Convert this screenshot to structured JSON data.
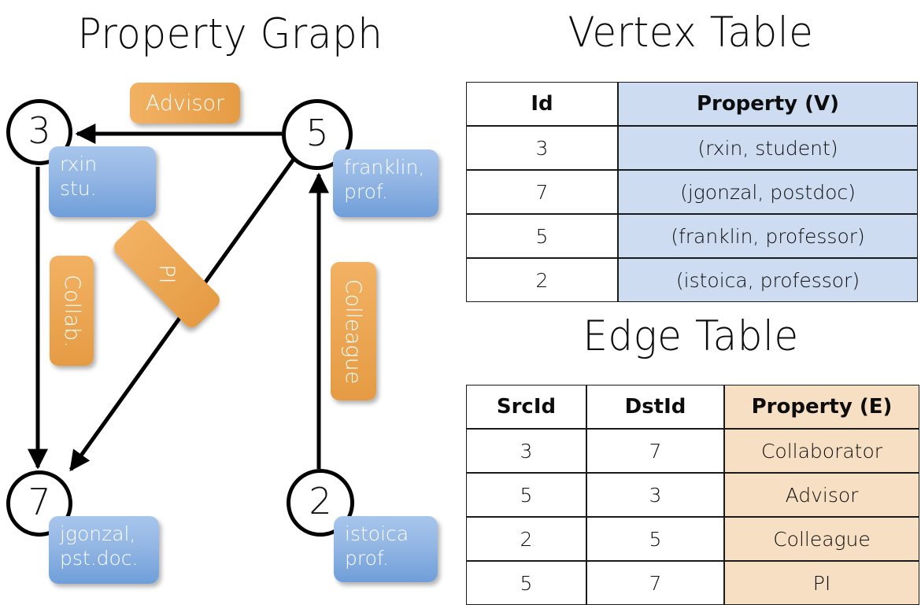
{
  "titles": {
    "property_graph": "Property Graph",
    "vertex_table": "Vertex Table",
    "edge_table": "Edge Table"
  },
  "graph": {
    "nodes": [
      {
        "id": "3",
        "property_lines": [
          "rxin",
          "stu."
        ]
      },
      {
        "id": "5",
        "property_lines": [
          "franklin,",
          "prof."
        ]
      },
      {
        "id": "7",
        "property_lines": [
          "jgonzal,",
          "pst.doc."
        ]
      },
      {
        "id": "2",
        "property_lines": [
          "istoica",
          "prof."
        ]
      }
    ],
    "edge_labels": [
      {
        "name": "advisor",
        "label": "Advisor",
        "orientation": "horizontal"
      },
      {
        "name": "collab",
        "label": "Collab.",
        "orientation": "vertical"
      },
      {
        "name": "pi",
        "label": "PI",
        "orientation": "diagonal"
      },
      {
        "name": "colleague",
        "label": "Colleague",
        "orientation": "vertical"
      }
    ]
  },
  "vertex_table": {
    "columns": [
      "Id",
      "Property (V)"
    ],
    "rows": [
      {
        "id": "3",
        "property": "(rxin, student)"
      },
      {
        "id": "7",
        "property": "(jgonzal, postdoc)"
      },
      {
        "id": "5",
        "property": "(franklin, professor)"
      },
      {
        "id": "2",
        "property": "(istoica, professor)"
      }
    ]
  },
  "edge_table": {
    "columns": [
      "SrcId",
      "DstId",
      "Property (E)"
    ],
    "rows": [
      {
        "src": "3",
        "dst": "7",
        "property": "Collaborator"
      },
      {
        "src": "5",
        "dst": "3",
        "property": "Advisor"
      },
      {
        "src": "2",
        "dst": "5",
        "property": "Colleague"
      },
      {
        "src": "5",
        "dst": "7",
        "property": "PI"
      }
    ]
  },
  "colors": {
    "vertex_property_fill": "#cddcf0",
    "edge_property_fill": "#f7dfc4",
    "node_box_blue": "#93b6e4",
    "edge_label_orange": "#eda957",
    "stroke": "#000000"
  }
}
